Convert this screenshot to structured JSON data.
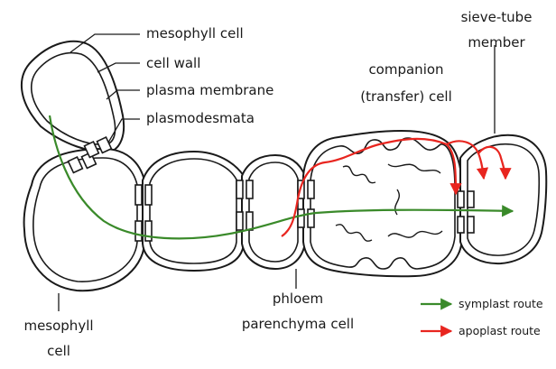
{
  "labels": {
    "mesophyll_cell_top": "mesophyll cell",
    "cell_wall": "cell wall",
    "plasma_membrane": "plasma membrane",
    "plasmodesmata": "plasmodesmata",
    "companion_line1": "companion",
    "companion_line2": "(transfer) cell",
    "sieve_line1": "sieve-tube",
    "sieve_line2": "member",
    "phloem_line1": "phloem",
    "phloem_line2": "parenchyma cell",
    "mesophyll_bottom_line1": "mesophyll",
    "mesophyll_bottom_line2": "cell"
  },
  "legend": [
    {
      "label": "symplast route",
      "color": "#3a8a2a"
    },
    {
      "label": "apoplast route",
      "color": "#e8251f"
    }
  ],
  "colors": {
    "outline": "#1a1a1a",
    "symplast": "#3a8a2a",
    "apoplast": "#e8251f"
  }
}
